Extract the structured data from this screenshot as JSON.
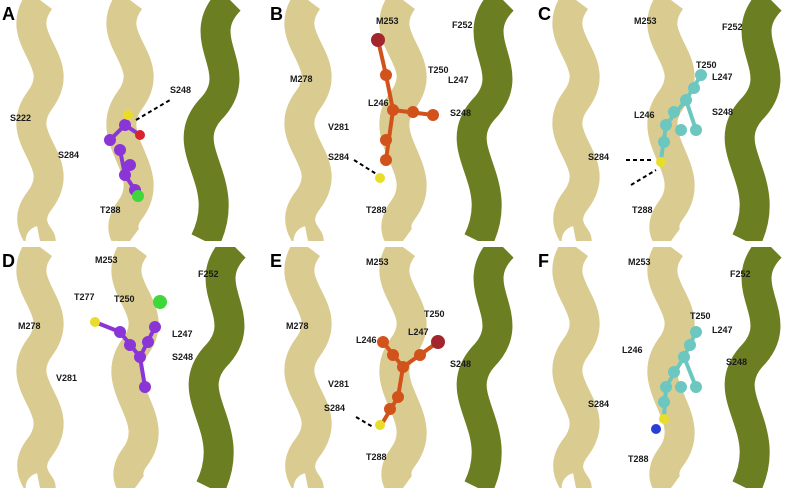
{
  "colors": {
    "helix_light": "#d8c98a",
    "helix_shade": "#b9a765",
    "helix_dark": "#6b7f22",
    "ligand_purple": "#8a35d6",
    "ligand_orange": "#d2521c",
    "ligand_cyan": "#6cc7c0",
    "sulfur": "#e8de2a",
    "oxygen": "#d8242b",
    "nitrogen": "#2a3fd8",
    "chlorine": "#3ed83a",
    "bromine": "#a3262e"
  },
  "panels": [
    {
      "letter": "A",
      "ligand": "purple",
      "residues": [
        "S222",
        "S284",
        "T288",
        "S248"
      ]
    },
    {
      "letter": "B",
      "ligand": "orange",
      "residues": [
        "M253",
        "F252",
        "T250",
        "L247",
        "M278",
        "L246",
        "V281",
        "S248",
        "S284",
        "T288"
      ]
    },
    {
      "letter": "C",
      "ligand": "cyan",
      "residues": [
        "M253",
        "F252",
        "T250",
        "L247",
        "L246",
        "S248",
        "S284",
        "T288"
      ]
    },
    {
      "letter": "D",
      "ligand": "purple",
      "residues": [
        "M253",
        "F252",
        "T277",
        "T250",
        "M278",
        "L247",
        "V281",
        "S248"
      ]
    },
    {
      "letter": "E",
      "ligand": "orange",
      "residues": [
        "M253",
        "T250",
        "M278",
        "L247",
        "L246",
        "V281",
        "S248",
        "S284",
        "T288"
      ]
    },
    {
      "letter": "F",
      "ligand": "cyan",
      "residues": [
        "M253",
        "F252",
        "T250",
        "L247",
        "L246",
        "S248",
        "S284",
        "T288"
      ]
    }
  ]
}
